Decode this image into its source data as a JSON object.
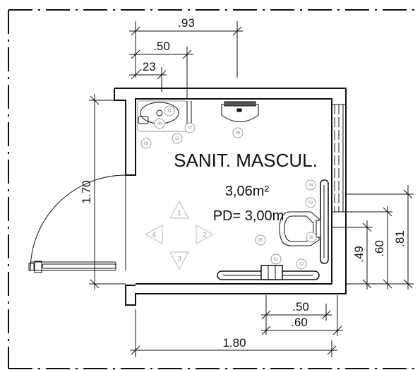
{
  "room": {
    "name": "SANIT. MASCUL.",
    "area": "3,06m²",
    "ceiling_height": "PD= 3,00m"
  },
  "dimensions": {
    "top_93": ".93",
    "top_50": ".50",
    "top_23": ".23",
    "left_170": "1.70",
    "right_81": ".81",
    "right_60": ".60",
    "right_49": ".49",
    "bottom_50": ".50",
    "bottom_60": ".60",
    "bottom_180": "1.80"
  },
  "fixture_numbers": [
    "01",
    "02",
    "03",
    "04",
    "05",
    "06",
    "07",
    "08",
    "09",
    "10",
    "11",
    "12"
  ],
  "section_markers": [
    "1",
    "2",
    "3",
    "4"
  ],
  "colors": {
    "line": "#111111",
    "fixture_gray": "#9a9a9a",
    "light_gray": "#c4c4c4"
  }
}
